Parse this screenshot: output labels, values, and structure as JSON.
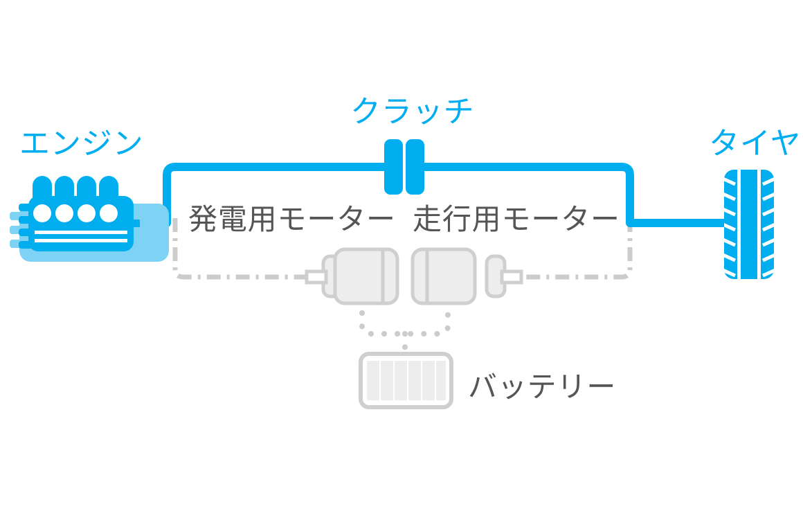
{
  "diagram": {
    "title_visible": false,
    "background_color": "#ffffff",
    "accent_color": "#00AEEF",
    "accent_light_color": "#7ED3F5",
    "gray_color": "#CCCCCC",
    "gray_text_color": "#555555",
    "motor_fill_color": "#EDEDED",
    "motor_stroke_color": "#CFCFCF"
  },
  "labels": {
    "engine": "エンジン",
    "clutch": "クラッチ",
    "tire": "タイヤ",
    "generator_motor": "発電用モーター",
    "drive_motor": "走行用モーター",
    "battery": "バッテリー"
  },
  "components": [
    {
      "name": "engine",
      "label": "エンジン",
      "color": "#00AEEF",
      "cylinders": 4
    },
    {
      "name": "clutch",
      "label": "クラッチ",
      "color": "#00AEEF",
      "plates": 2
    },
    {
      "name": "tire",
      "label": "タイヤ",
      "color": "#00AEEF"
    },
    {
      "name": "generator-motor",
      "label": "発電用モーター",
      "color": "#CFCFCF"
    },
    {
      "name": "drive-motor",
      "label": "走行用モーター",
      "color": "#CFCFCF"
    },
    {
      "name": "battery",
      "label": "バッテリー",
      "color": "#CFCFCF",
      "cells": 6
    }
  ],
  "connections": [
    {
      "name": "engine-to-clutch",
      "style": "solid",
      "color": "#00AEEF"
    },
    {
      "name": "clutch-to-tire",
      "style": "solid",
      "color": "#00AEEF"
    },
    {
      "name": "motors-mechanical-link",
      "style": "dash-dot",
      "color": "#CCCCCC"
    },
    {
      "name": "motors-to-battery",
      "style": "dotted",
      "color": "#CCCCCC"
    }
  ]
}
